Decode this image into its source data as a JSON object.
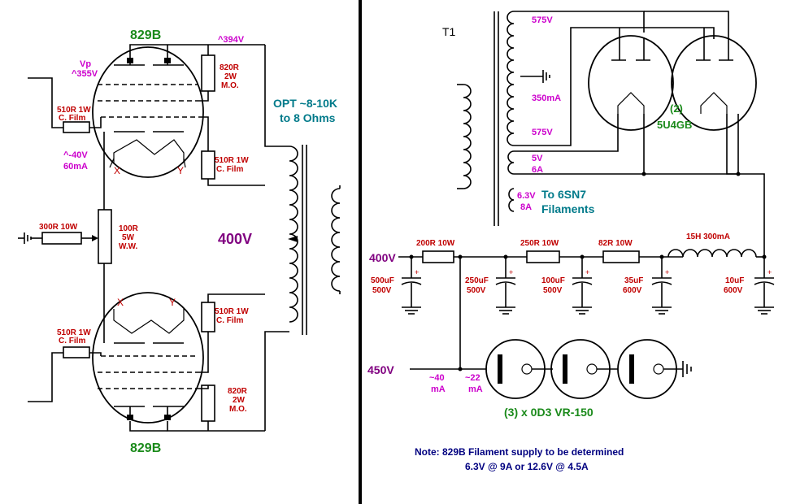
{
  "left": {
    "tube_top": "829B",
    "tube_bottom": "829B",
    "vp_label": "Vp",
    "vp_value": "^355V",
    "supply_top": "^394V",
    "grid_bias": "^-40V",
    "current": "60mA",
    "plate_res": "820R",
    "plate_res_power": "2W",
    "plate_res_type": "M.O.",
    "grid_res": "510R 1W",
    "grid_res_type": "C. Film",
    "input_res": "300R  10W",
    "cathode_res": "100R",
    "cathode_res_power": "5W",
    "cathode_res_type": "W.W.",
    "filament_x": "X",
    "filament_y": "Y",
    "opt_line1": "OPT  ~8-10K",
    "opt_line2": "to 8 Ohms",
    "b_plus": "400V"
  },
  "right": {
    "transformer": "T1",
    "sec_top": "575V",
    "sec_current": "350mA",
    "sec_bottom": "575V",
    "fil5v": "5V",
    "fil6a": "6A",
    "fil63v": "6.3V",
    "fil8a": "8A",
    "to_line1": "To 6SN7",
    "to_line2": "Filaments",
    "rect_count": "(2)",
    "rect_type": "5U4GB",
    "choke": "15H  300mA",
    "r200": "200R 10W",
    "r250": "250R 10W",
    "r82": "82R  10W",
    "out400": "400V",
    "out450": "450V",
    "c500": "500uF",
    "c500v": "500V",
    "c250": "250uF",
    "c250v": "500V",
    "c100": "100uF",
    "c100v": "500V",
    "c35": "35uF",
    "c35v": "600V",
    "c10": "10uF",
    "c10v": "600V",
    "i40": "~40",
    "i40u": "mA",
    "i22": "~22",
    "i22u": "mA",
    "reg": "(3) x 0D3 VR-150",
    "note1": "Note: 829B Filament supply to be determined",
    "note2": "6.3V @ 9A or 12.6V @ 4.5A"
  },
  "colors": {
    "red": "#c00000",
    "magenta": "#cc00cc",
    "green": "#1a8a1a",
    "purple": "#800080",
    "teal": "#007a8a",
    "navy": "#000080"
  }
}
